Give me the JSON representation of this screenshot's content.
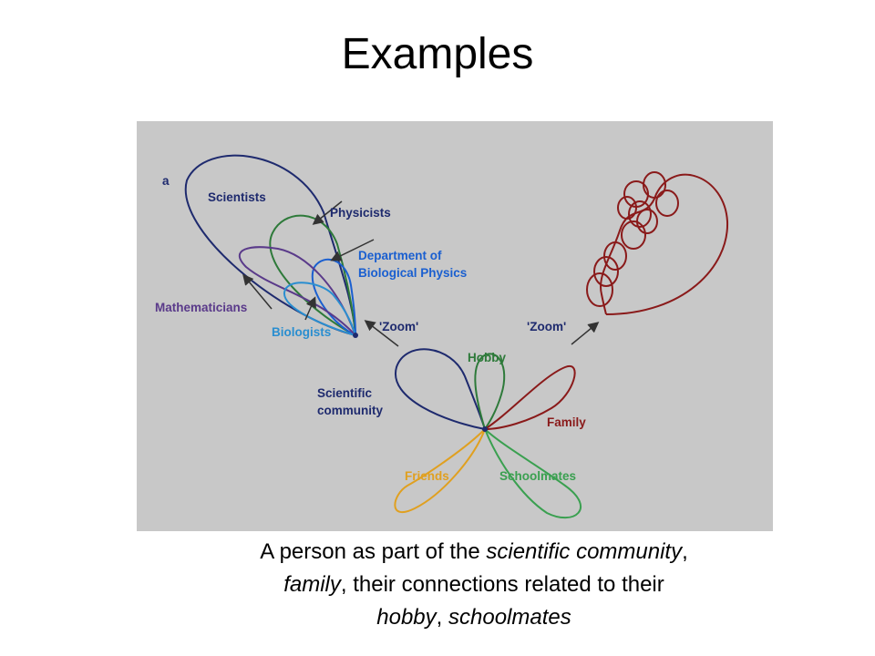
{
  "slide": {
    "title": "Examples"
  },
  "diagram": {
    "panel_label": "a",
    "labels": {
      "scientists": "Scientists",
      "physicists": "Physicists",
      "department_line1": "Department of",
      "department_line2": "Biological Physics",
      "mathematicians": "Mathematicians",
      "biologists": "Biologists",
      "zoom_left": "'Zoom'",
      "zoom_right": "'Zoom'",
      "hobby": "Hobby",
      "scientific_line1": "Scientific",
      "scientific_line2": "community",
      "family": "Family",
      "friends": "Friends",
      "schoolmates": "Schoolmates"
    },
    "colors": {
      "background": "#c8c8c8",
      "navy": "#1e2a6e",
      "green": "#2e7a3a",
      "blue": "#1a5fd0",
      "purple": "#5a3a8a",
      "lightblue": "#2a8ed0",
      "darkred": "#8a1a1a",
      "orange": "#e0a020",
      "lightgreen": "#3aa050"
    }
  },
  "caption": {
    "p1": "A person as part of the ",
    "p2": "scientific community",
    "p3": ",",
    "p4": "family",
    "p5": ", their connections related to their",
    "p6": "hobby",
    "p7": ", ",
    "p8": "schoolmates"
  }
}
